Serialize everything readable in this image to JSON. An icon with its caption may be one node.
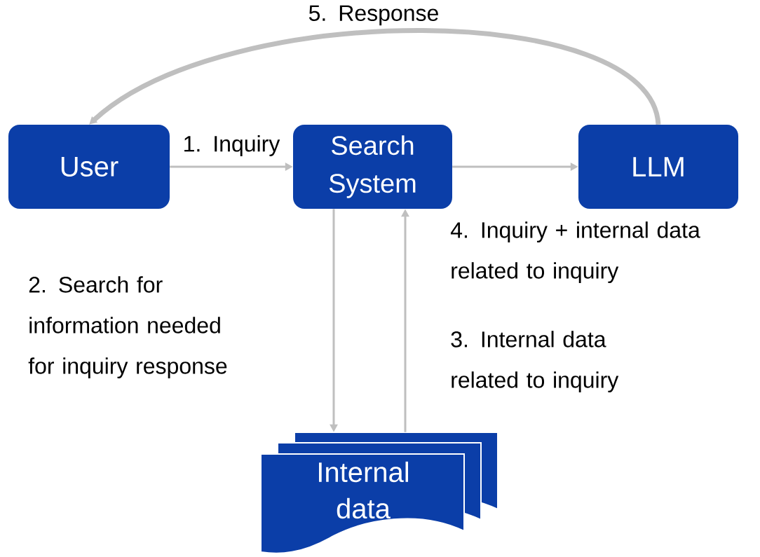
{
  "diagram": {
    "nodes": [
      {
        "text": [
          "User"
        ]
      },
      {
        "text": [
          "Search System"
        ]
      },
      {
        "text": [
          "LLM"
        ]
      },
      {
        "text": [
          "Internal data"
        ]
      }
    ],
    "edges": [
      {
        "from": 0,
        "to": 1,
        "arrow": "to",
        "label": "1. Inquiry"
      },
      {
        "from": 1,
        "to": 3,
        "arrow": "to",
        "label": "2. Search for information needed for inquiry response"
      },
      {
        "from": 3,
        "to": 1,
        "arrow": "to",
        "label": "3. Internal data related to inquiry"
      },
      {
        "from": 1,
        "to": 2,
        "arrow": "to",
        "label": "4. Inquiry + internal data related to inquiry"
      },
      {
        "from": 2,
        "to": 0,
        "arrow": "to",
        "label": "5. Response",
        "style": "thick"
      }
    ]
  }
}
